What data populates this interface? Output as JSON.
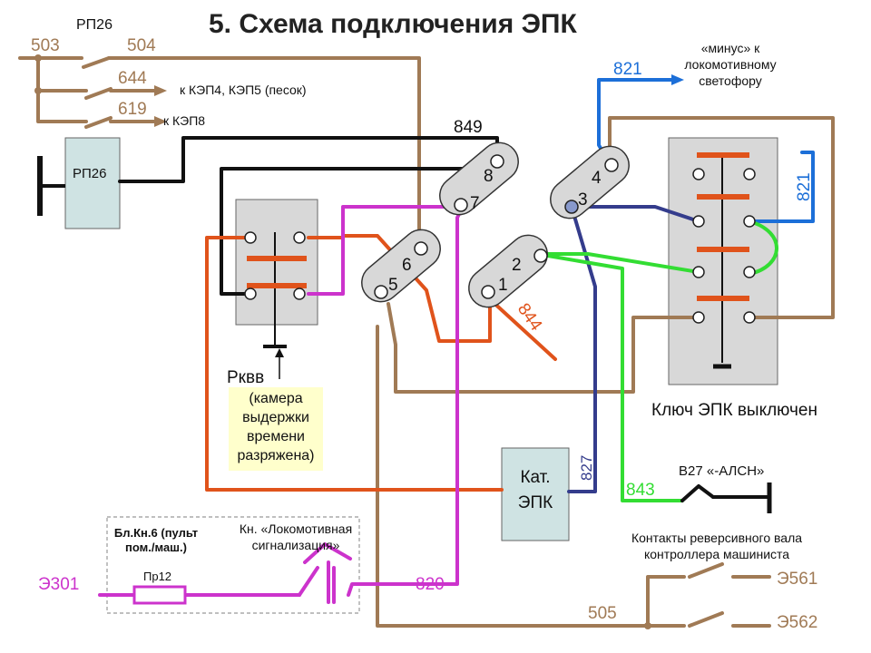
{
  "title": "5. Схема подключения ЭПК",
  "colors": {
    "brown": "#a07a55",
    "black": "#111111",
    "blue": "#1c6fd8",
    "navy": "#343c8c",
    "orange": "#e0531b",
    "magenta": "#cc33cc",
    "green": "#33dd33",
    "board": "#d8d8d8",
    "box": "#cfe3e3",
    "note_bg": "#ffffcc"
  },
  "labels": {
    "rp26_top": "РП26",
    "w503": "503",
    "w504": "504",
    "w644": "644",
    "w619": "619",
    "kep45": "к КЭП4, КЭП5 (песок)",
    "kep8": "к КЭП8",
    "rp26_relay": "РП26",
    "w849": "849",
    "w821_top": "821",
    "minus_note": "«минус» к\nлокомотивному\nсветофору",
    "w821_side": "821",
    "w844": "844",
    "rkvv": "Рквв",
    "rkvv_note": "(камера\nвыдержки\nвремени\nразряжена)",
    "key_off": "Ключ ЭПК выключен",
    "kat_epk": "Кат.\nЭПК",
    "w827": "827",
    "b27": "В27 «-АЛСН»",
    "w843": "843",
    "blkn6": "Бл.Кн.6 (пульт\nпом./маш.)",
    "pr12": "Пр12",
    "kn_loco": "Кн. «Локомотивная\nсигнализация»",
    "e301": "Э301",
    "w820": "820",
    "reverse_note": "Контакты реверсивного вала\nконтроллера машиниста",
    "w505": "505",
    "e561": "Э561",
    "e562": "Э562"
  },
  "terminals": [
    "1",
    "2",
    "3",
    "4",
    "5",
    "6",
    "7",
    "8"
  ]
}
